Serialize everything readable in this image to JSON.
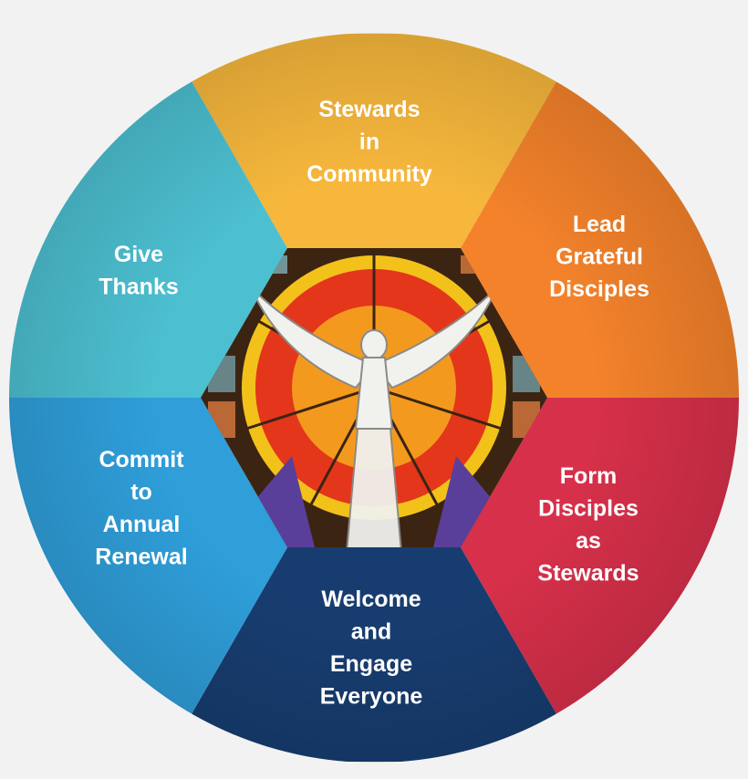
{
  "diagram": {
    "segments": [
      {
        "id": "stewards-in-community",
        "lines": [
          "Stewards",
          "in",
          "Community"
        ],
        "color": "#f6b73c"
      },
      {
        "id": "lead-grateful-disciples",
        "lines": [
          "Lead",
          "Grateful",
          "Disciples"
        ],
        "color": "#f4822b"
      },
      {
        "id": "form-disciples-as-stewards",
        "lines": [
          "Form",
          "Disciples",
          "as",
          "Stewards"
        ],
        "color": "#d7304a"
      },
      {
        "id": "welcome-and-engage-everyone",
        "lines": [
          "Welcome",
          "and",
          "Engage",
          "Everyone"
        ],
        "color": "#173d70"
      },
      {
        "id": "commit-to-annual-renewal",
        "lines": [
          "Commit",
          "to",
          "Annual",
          "Renewal"
        ],
        "color": "#2f9ed9"
      },
      {
        "id": "give-thanks",
        "lines": [
          "Give",
          "Thanks"
        ],
        "color": "#4cbfd0"
      }
    ],
    "center_image": {
      "name": "stained-glass-dove",
      "colors": {
        "glass_bg": "#3c2412",
        "ring": "#f2c21b",
        "flame_red": "#e4361b",
        "flame_orange": "#f39a1e",
        "dove": "#f1f1ee",
        "purple": "#5a3f9a"
      }
    }
  }
}
